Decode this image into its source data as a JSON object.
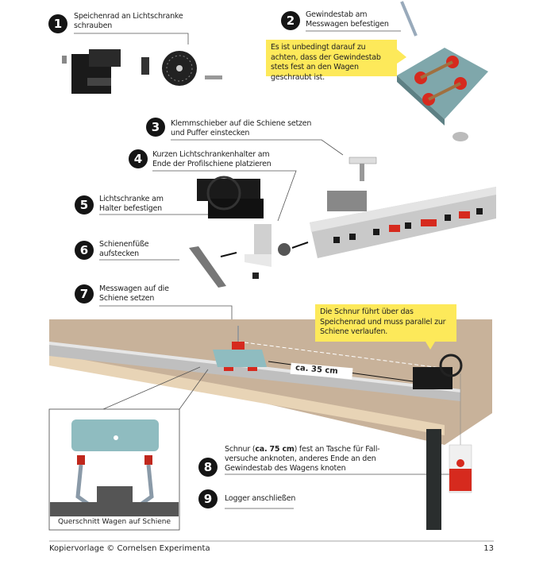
{
  "steps": [
    {
      "num": "1",
      "text_l1": "Speichenrad an Lichtschranke",
      "text_l2": "schrauben"
    },
    {
      "num": "2",
      "text_l1": "Gewindestab am",
      "text_l2": "Messwagen befestigen"
    },
    {
      "num": "3",
      "text_l1": "Klemmschieber auf die Schiene setzen",
      "text_l2": "und Puffer einstecken"
    },
    {
      "num": "4",
      "text_l1": "Kurzen Lichtschrankenhalter am",
      "text_l2": "Ende der Profilschiene platzieren"
    },
    {
      "num": "5",
      "text_l1": "Lichtschranke am",
      "text_l2": "Halter befestigen"
    },
    {
      "num": "6",
      "text_l1": "Schienenfüße",
      "text_l2": "aufstecken"
    },
    {
      "num": "7",
      "text_l1": "Messwagen auf die",
      "text_l2": "Schiene setzen"
    },
    {
      "num": "8",
      "text_pre": "Schnur (",
      "text_bold": "ca. 75 cm",
      "text_post": ") fest an Tasche für Fall-",
      "text_l2": "versuche anknoten, anderes Ende an den",
      "text_l3": "Gewindestab des Wagens knoten"
    },
    {
      "num": "9",
      "text_l1": "Logger anschließen"
    }
  ],
  "callouts": {
    "gewindestab": "Es ist unbedingt darauf zu achten, dass der Gewindestab stets fest an den Wagen geschraubt ist.",
    "schnur": "Die Schnur führt über das Speichenrad und muss parallel zur Schiene verlaufen."
  },
  "distance_label": "ca. 35 cm",
  "inset_caption": "Querschnitt Wagen auf Schiene",
  "footer": {
    "left": "Kopiervorlage © Cornelsen Experimenta",
    "page": "13"
  },
  "colors": {
    "callout": "#fde95a",
    "table": "#c8b29a",
    "cart": "#8fbcc0",
    "accent_red": "#d62a1e"
  }
}
